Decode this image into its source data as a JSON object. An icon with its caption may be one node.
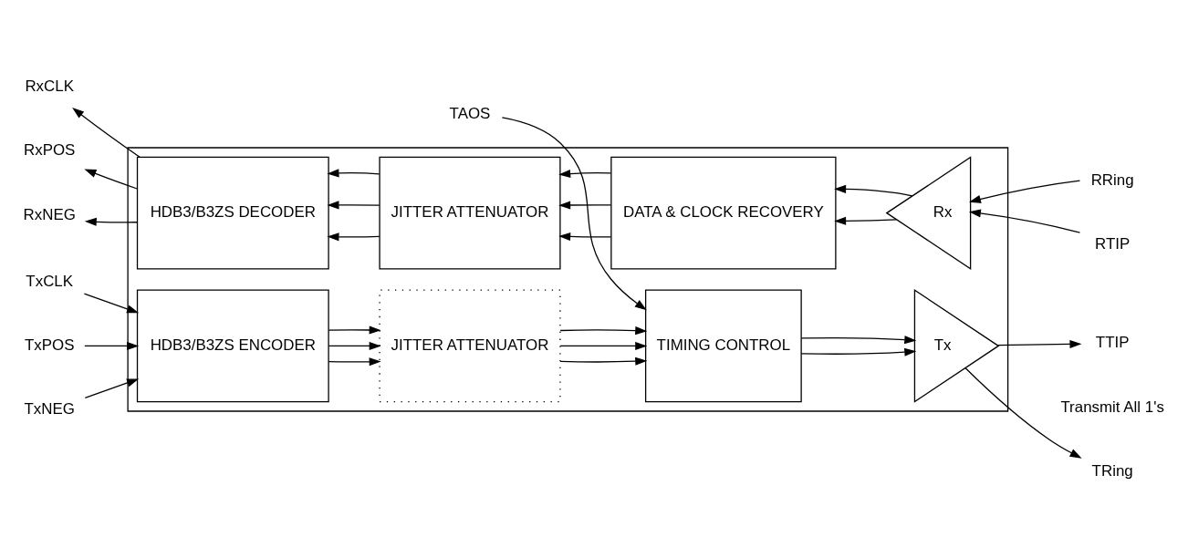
{
  "diagram": {
    "nodes": [
      {
        "text": [],
        "shape": "box"
      },
      {
        "text": [
          "TxCLK"
        ]
      },
      {
        "text": [
          "TxPOS"
        ]
      },
      {
        "text": [
          "TxNEG"
        ]
      },
      {
        "text": [
          "HDB3/B3ZS ENCODER"
        ],
        "in": 0
      },
      {
        "text": [
          "JITTER ATTENUATOR"
        ],
        "in": 0
      },
      {
        "text": [
          "TIMING CONTROL"
        ],
        "in": 0
      },
      {
        "text": [
          "Tx"
        ],
        "in": 0
      },
      {
        "text": [
          "TTIP"
        ]
      },
      {
        "text": [
          "TRing"
        ]
      },
      {
        "text": [
          "TAOS"
        ]
      },
      {
        "text": [
          "RxCLK"
        ]
      },
      {
        "text": [
          "RxPOS"
        ]
      },
      {
        "text": [
          "RxNEG"
        ]
      },
      {
        "text": [
          "HDB3/B3ZS DECODER"
        ],
        "in": 0
      },
      {
        "text": [
          "JITTER ATTENUATOR"
        ],
        "in": 0
      },
      {
        "text": [
          "DATA & CLOCK RECOVERY"
        ],
        "in": 0
      },
      {
        "text": [
          "Rx"
        ],
        "in": 0
      },
      {
        "text": [
          "RTIP"
        ]
      },
      {
        "text": [
          "RRing"
        ]
      }
    ],
    "edges": [
      {
        "from": 1,
        "to": 4,
        "arrow": "to"
      },
      {
        "from": 2,
        "to": 4,
        "arrow": "to"
      },
      {
        "from": 3,
        "to": 4,
        "arrow": "to"
      },
      {
        "from": 4,
        "to": 5,
        "arrow": "to"
      },
      {
        "from": 4,
        "to": 5,
        "arrow": "to"
      },
      {
        "from": 4,
        "to": 5,
        "arrow": "to"
      },
      {
        "from": 5,
        "to": 6,
        "arrow": "to"
      },
      {
        "from": 5,
        "to": 6,
        "arrow": "to"
      },
      {
        "from": 5,
        "to": 6,
        "arrow": "to"
      },
      {
        "from": 6,
        "to": 7,
        "arrow": "to"
      },
      {
        "from": 6,
        "to": 7,
        "arrow": "to"
      },
      {
        "from": 7,
        "to": 8,
        "arrow": "to"
      },
      {
        "from": 7,
        "to": 9,
        "arrow": "to"
      },
      {
        "from": 10,
        "to": 6,
        "arrow": "to"
      },
      {
        "from": 18,
        "to": 17,
        "arrow": "to"
      },
      {
        "from": 19,
        "to": 17,
        "arrow": "to"
      },
      {
        "from": 17,
        "to": 16,
        "arrow": "to"
      },
      {
        "from": 17,
        "to": 16,
        "arrow": "to"
      },
      {
        "from": 16,
        "to": 15,
        "arrow": "to"
      },
      {
        "from": 16,
        "to": 15,
        "arrow": "to"
      },
      {
        "from": 16,
        "to": 15,
        "arrow": "to"
      },
      {
        "from": 15,
        "to": 14,
        "arrow": "to"
      },
      {
        "from": 15,
        "to": 14,
        "arrow": "to"
      },
      {
        "from": 15,
        "to": 14,
        "arrow": "to"
      },
      {
        "from": 14,
        "to": 11,
        "arrow": "to"
      },
      {
        "from": 14,
        "to": 12,
        "arrow": "to"
      },
      {
        "from": 14,
        "to": 13,
        "arrow": "to"
      }
    ],
    "labels": [
      "Transmit All 1's"
    ]
  }
}
